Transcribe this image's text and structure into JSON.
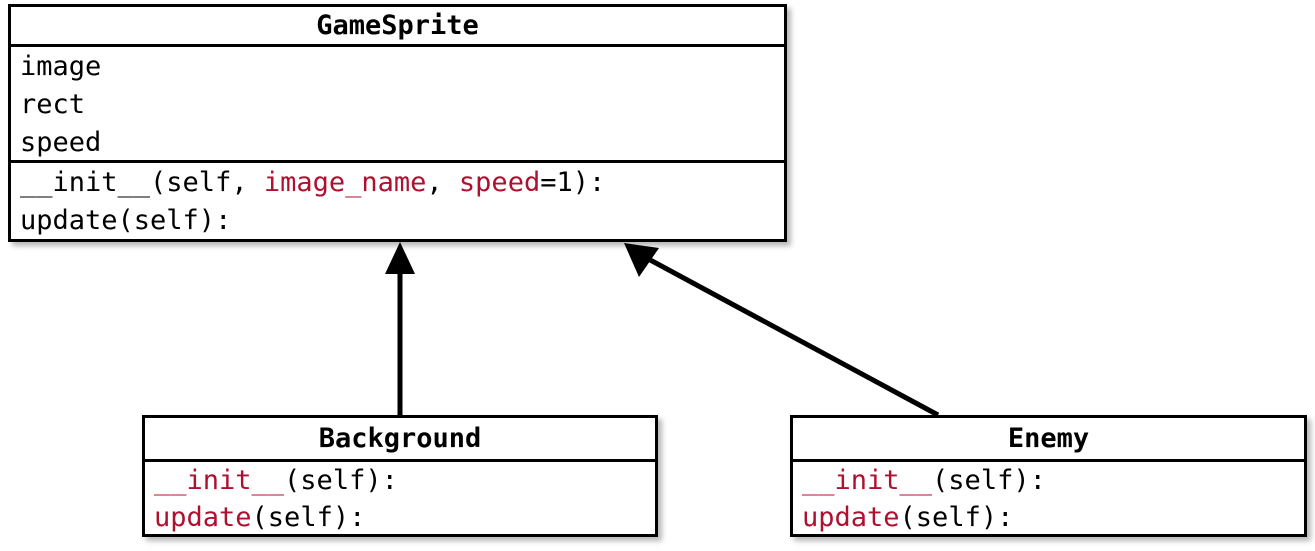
{
  "diagram": {
    "type": "uml-class-diagram",
    "title": "GameSprite inheritance hierarchy",
    "background_color": "#FFFFFF",
    "line_color": "#000000",
    "text_color": "#000000",
    "accent_color": "#AE1030"
  },
  "classes": {
    "gamesprite": {
      "name": "GameSprite",
      "attributes": [
        {
          "text": "image"
        },
        {
          "text": "rect"
        },
        {
          "text": "speed"
        }
      ],
      "methods": [
        {
          "full_text": "__init__(self, image_name, speed=1):",
          "tokens": [
            {
              "text": "__init__(self, ",
              "color": "black"
            },
            {
              "text": "image_name",
              "color": "red"
            },
            {
              "text": ", ",
              "color": "black"
            },
            {
              "text": "speed",
              "color": "red"
            },
            {
              "text": "=1):",
              "color": "black"
            }
          ]
        },
        {
          "full_text": "update(self):",
          "tokens": [
            {
              "text": "update(self):",
              "color": "black"
            }
          ]
        }
      ]
    },
    "background": {
      "name": "Background",
      "attributes": [],
      "methods": [
        {
          "full_text": "__init__(self):",
          "tokens": [
            {
              "text": "__init__",
              "color": "red"
            },
            {
              "text": "(self):",
              "color": "black"
            }
          ]
        },
        {
          "full_text": "update(self):",
          "tokens": [
            {
              "text": "update",
              "color": "red"
            },
            {
              "text": "(self):",
              "color": "black"
            }
          ]
        }
      ]
    },
    "enemy": {
      "name": "Enemy",
      "attributes": [],
      "methods": [
        {
          "full_text": "__init__(self):",
          "tokens": [
            {
              "text": "__init__",
              "color": "red"
            },
            {
              "text": "(self):",
              "color": "black"
            }
          ]
        },
        {
          "full_text": "update(self):",
          "tokens": [
            {
              "text": "update",
              "color": "red"
            },
            {
              "text": "(self):",
              "color": "black"
            }
          ]
        }
      ]
    }
  },
  "relationships": [
    {
      "kind": "generalization",
      "label": "",
      "from": "Background",
      "to": "GameSprite",
      "arrowhead": "solid-triangle"
    },
    {
      "kind": "generalization",
      "label": "",
      "from": "Enemy",
      "to": "GameSprite",
      "arrowhead": "solid-triangle"
    }
  ]
}
